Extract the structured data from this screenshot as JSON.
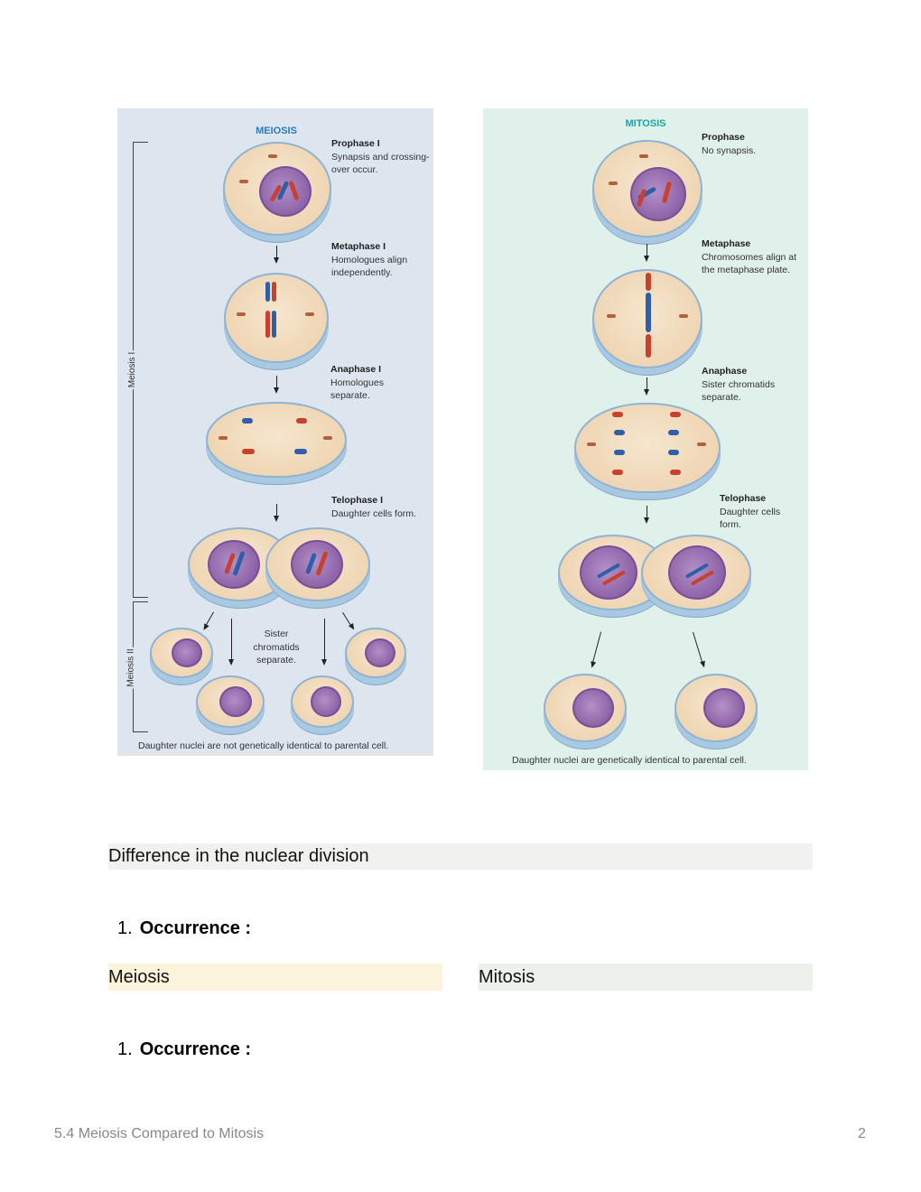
{
  "figure": {
    "meiosis": {
      "title": "MEIOSIS",
      "title_color": "#2a7bbf",
      "stages": [
        {
          "name": "Prophase I",
          "desc": "Synapsis and crossing-over occur."
        },
        {
          "name": "Metaphase I",
          "desc": "Homologues align independently."
        },
        {
          "name": "Anaphase I",
          "desc": "Homologues separate."
        },
        {
          "name": "Telophase I",
          "desc": "Daughter cells form."
        }
      ],
      "meiosis_ii_note": "Sister chromatids separate.",
      "bracket_labels": [
        "Meiosis I",
        "Meiosis II"
      ],
      "footer": "Daughter nuclei are not genetically identical to parental cell."
    },
    "mitosis": {
      "title": "MITOSIS",
      "title_color": "#1fa3a0",
      "stages": [
        {
          "name": "Prophase",
          "desc": "No synapsis."
        },
        {
          "name": "Metaphase",
          "desc": "Chromosomes align at the metaphase plate."
        },
        {
          "name": "Anaphase",
          "desc": "Sister chromatids separate."
        },
        {
          "name": "Telophase",
          "desc": "Daughter cells form."
        }
      ],
      "footer": "Daughter nuclei are genetically identical to parental cell."
    }
  },
  "section_heading": "Difference in the nuclear division",
  "list": [
    {
      "number": "1.",
      "label": "Occurrence :"
    },
    {
      "number": "1.",
      "label": "Occurrence :"
    }
  ],
  "columns": {
    "left": "Meiosis",
    "right": "Mitosis"
  },
  "footer": {
    "title": "5.4 Meiosis Compared to Mitosis",
    "page": "2"
  }
}
